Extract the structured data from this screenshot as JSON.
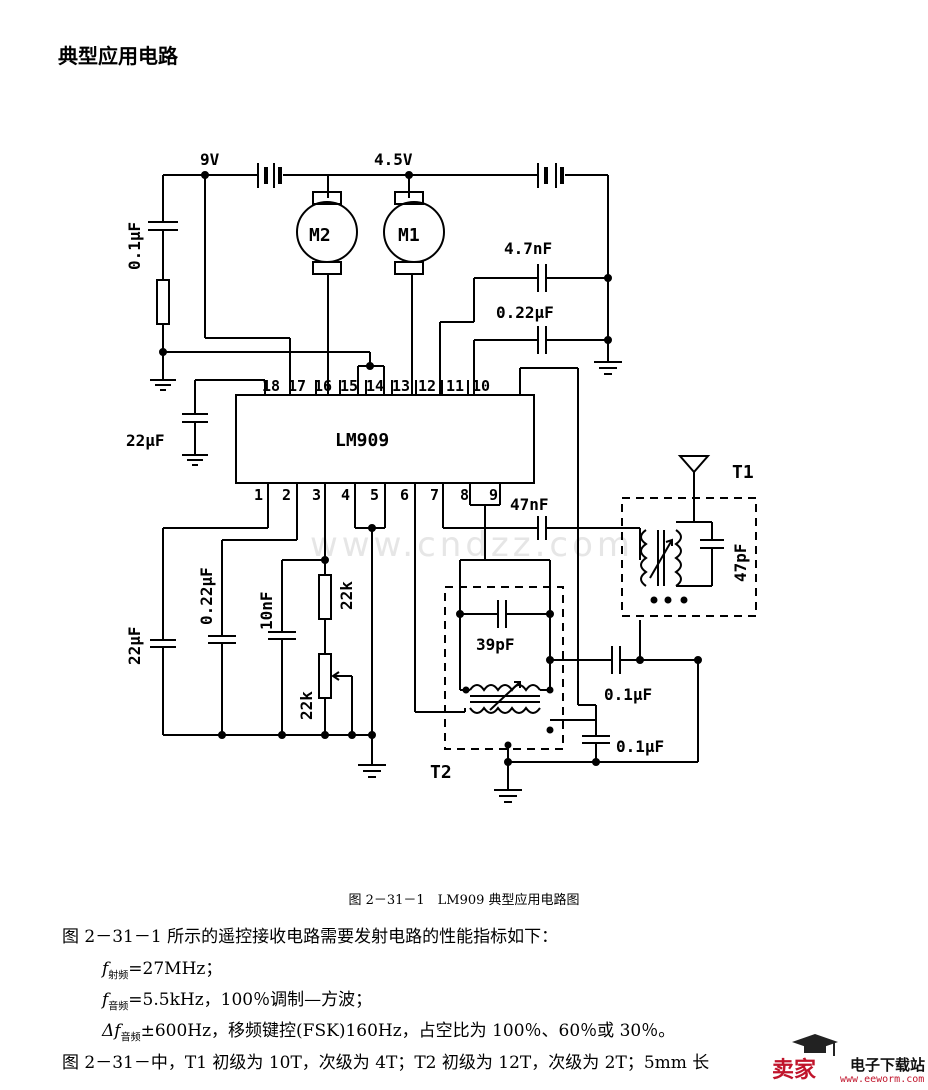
{
  "heading": "典型应用电路",
  "watermark": "www.cndzz.com",
  "chip": {
    "name": "LM909",
    "pins_top": [
      "18",
      "17",
      "16",
      "15",
      "14",
      "13",
      "12",
      "11",
      "10"
    ],
    "pins_bottom": [
      "1",
      "2",
      "3",
      "4",
      "5",
      "6",
      "7",
      "8",
      "9"
    ]
  },
  "labels": {
    "v9": "9V",
    "v45": "4.5V",
    "m2": "M2",
    "m1": "M1",
    "c_01_left": "0.1μF",
    "c_47n": "4.7nF",
    "c_022_top": "0.22μF",
    "c_22_left": "22μF",
    "c_47n_bottom": "47nF",
    "t1": "T1",
    "c_47p": "47pF",
    "c_22_bottom": "22μF",
    "c_022_bottom": "0.22μF",
    "c_10n": "10nF",
    "r_22k_a": "22k",
    "r_22k_b": "22k",
    "c_39p": "39pF",
    "c_01_a": "0.1μF",
    "c_01_b": "0.1μF",
    "t2": "T2"
  },
  "caption": "图 2－31－1　LM909 典型应用电路图",
  "text_lines": [
    "图 2－31－1 所示的遥控接收电路需要发射电路的性能指标如下：",
    "=27MHz；",
    "=5.5kHz，100％调制—方波；",
    "±600Hz，移频键控(FSK)160Hz，占空比为 100％、60％或 30％。",
    "图 2－31－中，T1 初级为 10T，次级为 4T；T2 初级为 12T，次级为 2T；5mm 长"
  ],
  "subscripts": {
    "f1_sub": "射频",
    "f2_sub": "音频",
    "f3_sub": "音频"
  },
  "symbols": {
    "f": "f",
    "delta_f": "Δf"
  },
  "logo": {
    "big": "卖家",
    "cn": "电子下载站",
    "url": "www.eeworm.com"
  }
}
